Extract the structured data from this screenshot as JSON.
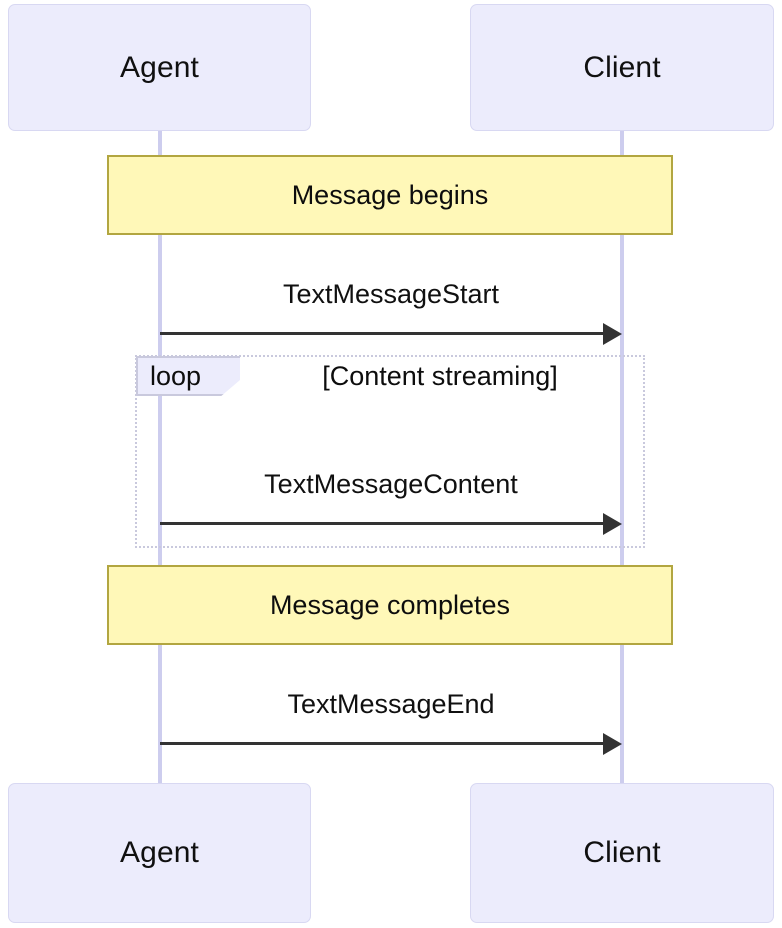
{
  "diagram": {
    "type": "sequence-diagram",
    "title": "",
    "colors": {
      "participant_fill": "#ececfc",
      "participant_border": "#d8d8f2",
      "lifeline": "#cdcdee",
      "note_fill": "#fff8b8",
      "note_border": "#b2a640",
      "loop_border": "#c9c9dd",
      "loop_tab_fill": "#ececfc",
      "arrow": "#333333",
      "text": "#101010",
      "background": "#ffffff"
    },
    "participants": [
      {
        "id": "agent",
        "label": "Agent"
      },
      {
        "id": "client",
        "label": "Client"
      }
    ],
    "participants_bottom": [
      {
        "id": "agent",
        "label": "Agent"
      },
      {
        "id": "client",
        "label": "Client"
      }
    ],
    "notes": [
      {
        "id": "note-message-begins",
        "label": "Message begins"
      },
      {
        "id": "note-message-completes",
        "label": "Message completes"
      }
    ],
    "fragments": [
      {
        "id": "loop-content-streaming",
        "kind": "loop",
        "kind_label": "loop",
        "condition": "[Content streaming]"
      }
    ],
    "messages": [
      {
        "id": "msg-1",
        "from": "agent",
        "to": "client",
        "label": "TextMessageStart",
        "arrow": "solid-filled"
      },
      {
        "id": "msg-2",
        "from": "agent",
        "to": "client",
        "label": "TextMessageContent",
        "arrow": "solid-filled"
      },
      {
        "id": "msg-3",
        "from": "agent",
        "to": "client",
        "label": "TextMessageEnd",
        "arrow": "solid-filled"
      }
    ]
  }
}
